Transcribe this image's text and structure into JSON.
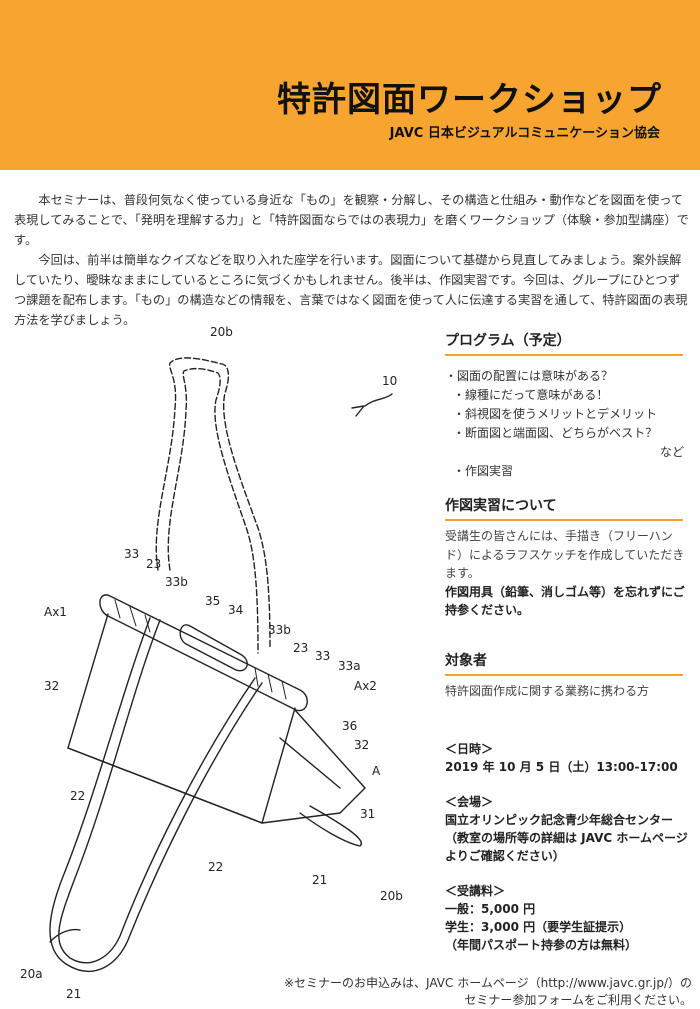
{
  "header": {
    "title": "特許図面ワークショップ",
    "organization": "JAVC 日本ビジュアルコミュニケーション協会",
    "accent_color": "#f7a431"
  },
  "intro": [
    "本セミナーは、普段何気なく使っている身近な「もの」を観察・分解し、その構造と仕組み・動作などを図面を使って表現してみることで、「発明を理解する力」と「特許図面ならではの表現力」を磨くワークショップ（体験・参加型講座）です。",
    "今回は、前半は簡単なクイズなどを取り入れた座学を行います。図面について基礎から見直してみましょう。案外誤解していたり、曖昧なままにしているところに気づくかもしれません。後半は、作図実習です。今回は、グループにひとつずつ課題を配布します。「もの」の構造などの情報を、言葉ではなく図面を使って人に伝達する実習を通して、特許図面の表現方法を学びましょう。"
  ],
  "drawing": {
    "labels": {
      "l20b_top": "20b",
      "l10": "10",
      "l33_left": "33",
      "l23_left": "23",
      "l33b_left": "33b",
      "l35": "35",
      "lAx1": "Ax1",
      "l34": "34",
      "l33b_right": "33b",
      "l23_right": "23",
      "l33_right": "33",
      "l33a": "33a",
      "lAx2": "Ax2",
      "l32_left": "32",
      "l36": "36",
      "l32_right": "32",
      "lA": "A",
      "l22_left": "22",
      "l31": "31",
      "l22_bottom": "22",
      "l21_right": "21",
      "l20b_bottom": "20b",
      "l20a": "20a",
      "l21_bottom": "21"
    }
  },
  "program": {
    "heading": "プログラム（予定）",
    "items": [
      "・図面の配置には意味がある？",
      "・線種にだって意味がある！",
      "・斜視図を使うメリットとデメリット",
      "・断面図と端面図、どちらがベスト？"
    ],
    "etc": "など",
    "last_item": "・作図実習"
  },
  "practice": {
    "heading": "作図実習について",
    "text": "受講生の皆さんには、手描き（フリーハンド）によるラフスケッチを作成していただきます。",
    "bold_text": "作図用具（鉛筆、消しゴム等）を忘れずにご持参ください。"
  },
  "audience": {
    "heading": "対象者",
    "text": "特許図面作成に関する業務に携わる方"
  },
  "datetime": {
    "label": "＜日時＞",
    "value": "2019 年 10 月 5 日（土）13:00-17:00"
  },
  "venue": {
    "label": "＜会場＞",
    "name": "国立オリンピック記念青少年総合センター",
    "note1": "（教室の場所等の詳細は JAVC ホームページ",
    "note2": "よりご確認ください）"
  },
  "fee": {
    "label": "＜受講料＞",
    "general": "一般：5,000 円",
    "student": "学生：3,000 円（要学生証提示）",
    "pass": "（年間パスポート持参の方は無料）"
  },
  "note": {
    "line1": "※セミナーのお申込みは、JAVC ホームページ（http://www.javc.gr.jp/）の",
    "line2": "セミナー参加フォームをご利用ください。"
  }
}
